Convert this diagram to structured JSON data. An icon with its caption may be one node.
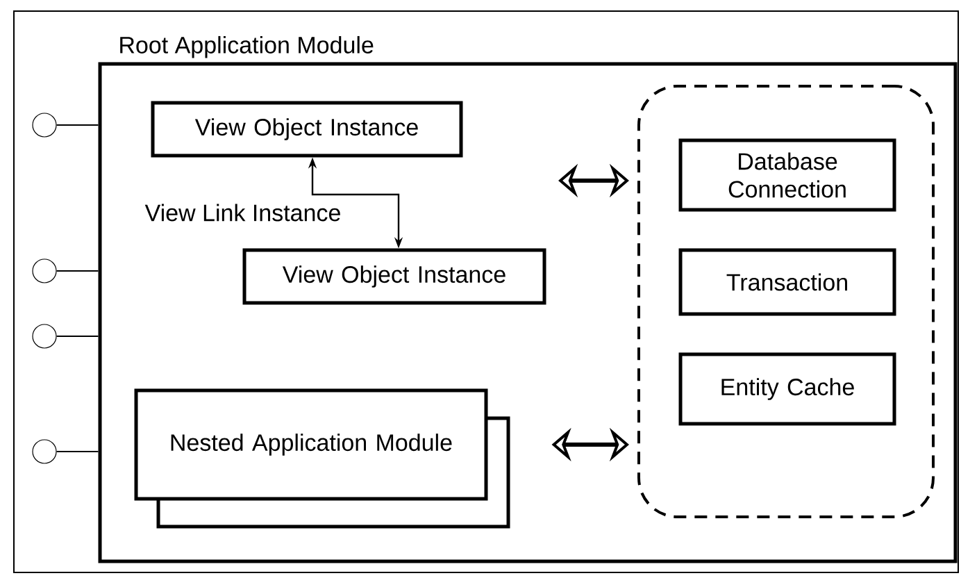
{
  "diagram": {
    "nodes": [
      {
        "text": [
          "Root Application Module"
        ]
      },
      {
        "text": [
          "View Object Instance"
        ],
        "in": 0
      },
      {
        "text": [
          "View Object Instance"
        ],
        "in": 0
      },
      {
        "text": [
          "Nested Application Module"
        ],
        "in": 0
      },
      {
        "text": [],
        "shape": "box",
        "in": 0
      },
      {
        "text": [
          "Database Connection"
        ],
        "in": 4
      },
      {
        "text": [
          "Transaction"
        ],
        "in": 4
      },
      {
        "text": [
          "Entity Cache"
        ],
        "in": 4
      },
      {
        "text": [],
        "shape": "circle"
      },
      {
        "text": [],
        "shape": "circle"
      },
      {
        "text": [],
        "shape": "circle"
      },
      {
        "text": [],
        "shape": "circle"
      }
    ],
    "edges": [
      {
        "from": 1,
        "to": 2,
        "arrow": "both",
        "label": "View Link Instance"
      },
      {
        "from": null,
        "to": 4,
        "arrow": "both",
        "style": "thick"
      },
      {
        "from": 3,
        "to": 4,
        "arrow": "both",
        "style": "thick"
      },
      {
        "from": 8,
        "to": 0,
        "arrow": "none"
      },
      {
        "from": 9,
        "to": 0,
        "arrow": "none"
      },
      {
        "from": 10,
        "to": 0,
        "arrow": "none"
      },
      {
        "from": 11,
        "to": 0,
        "arrow": "none"
      }
    ]
  }
}
